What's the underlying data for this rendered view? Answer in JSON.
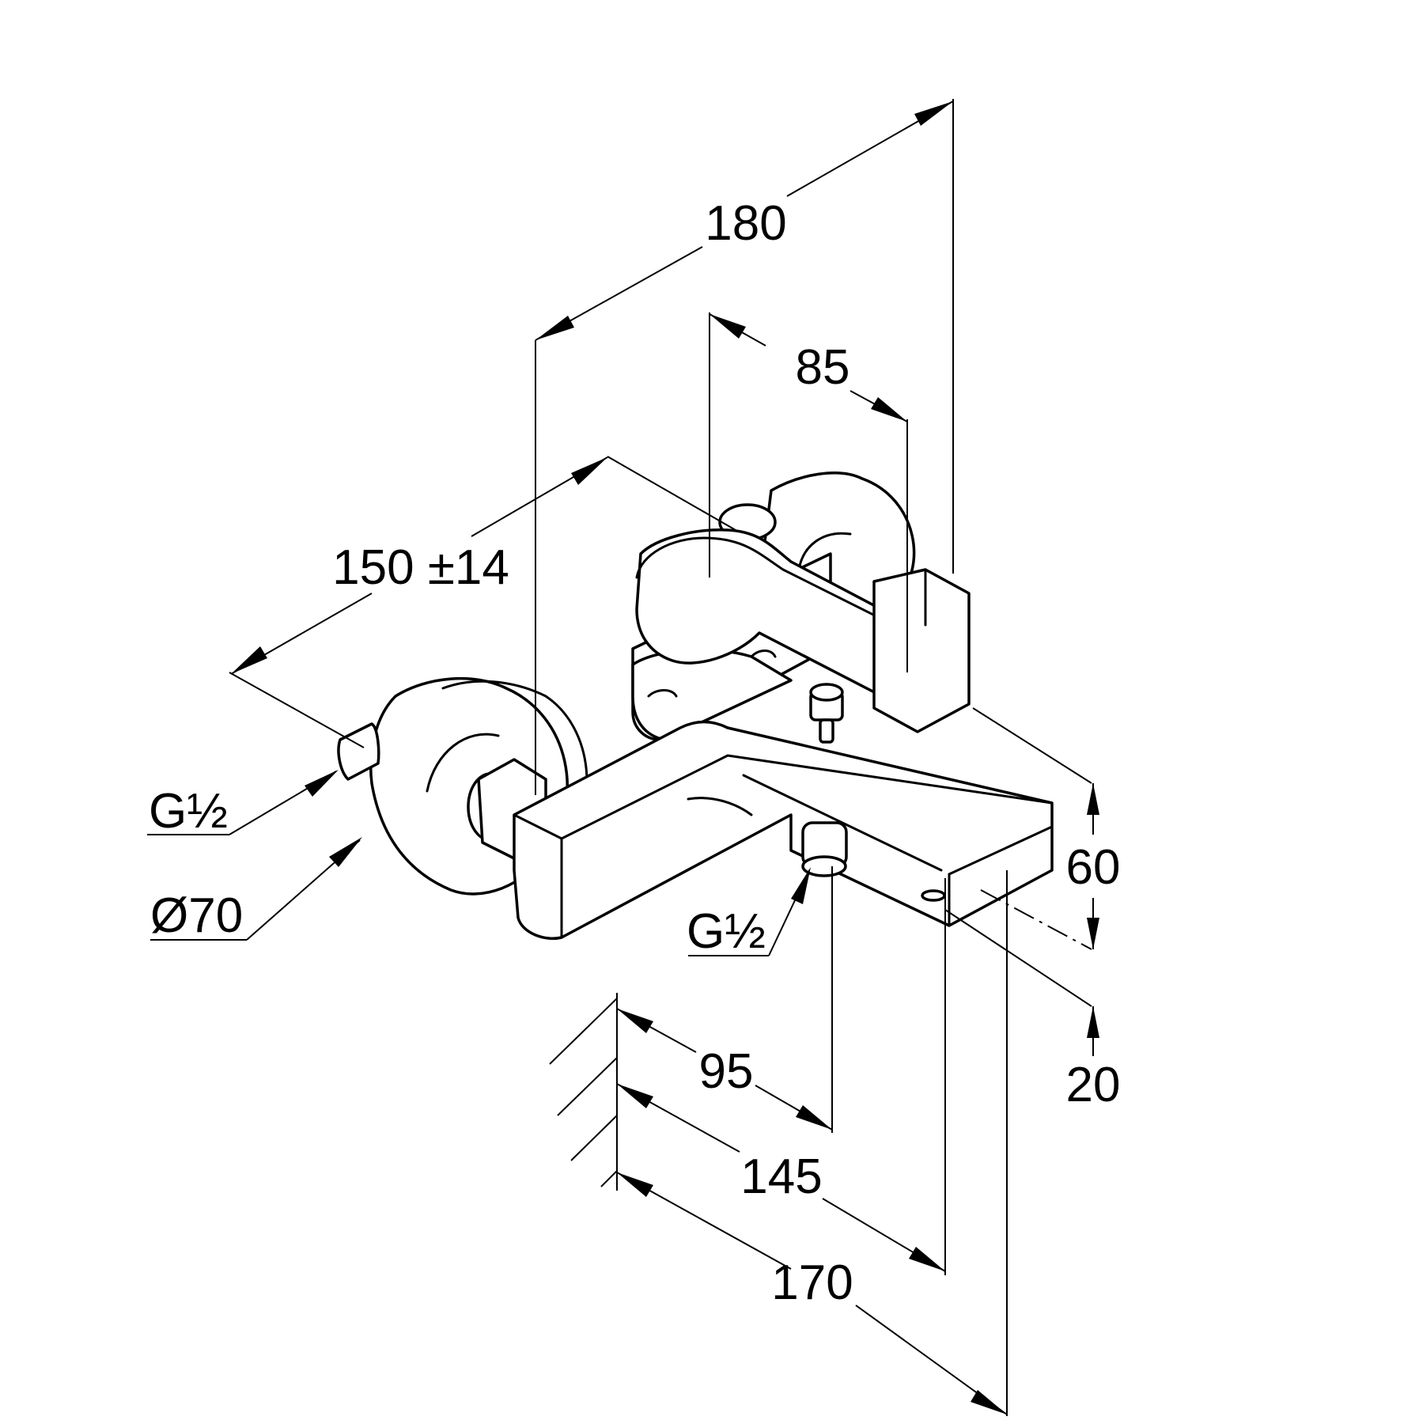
{
  "dimensions": {
    "overall_depth": "180",
    "handle_offset": "85",
    "center_distance": "150 ±14",
    "inlet_thread_left": "G½",
    "rosette_diameter": "Ø70",
    "outlet_thread": "G½",
    "body_height": "60",
    "spout_clearance": "20",
    "outlet_projection": "95",
    "spout_projection": "145",
    "total_projection": "170"
  }
}
